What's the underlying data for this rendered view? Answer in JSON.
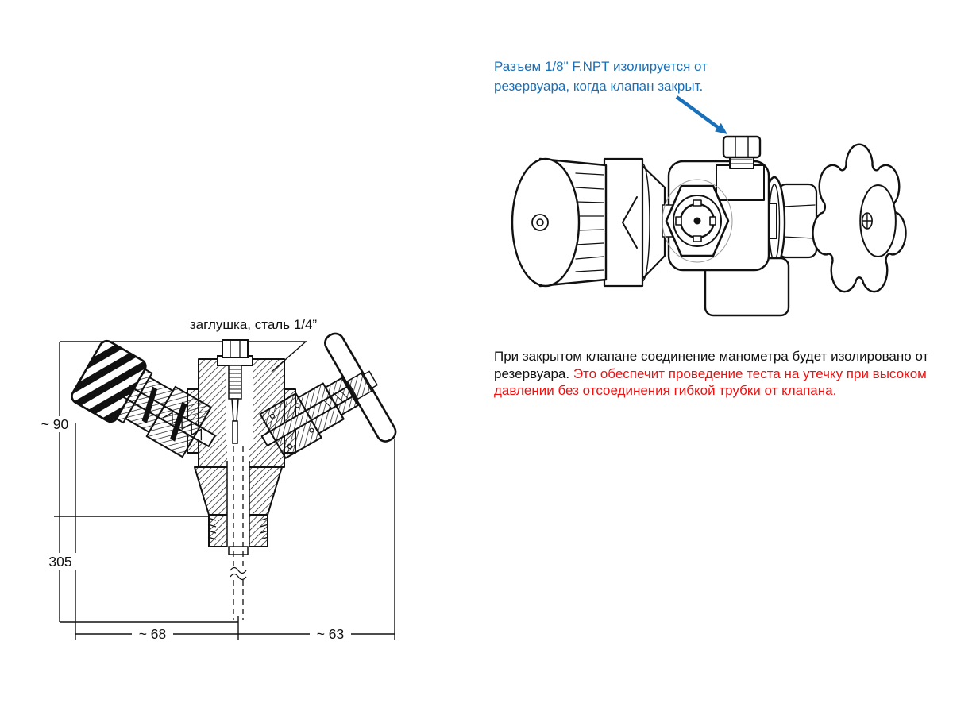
{
  "callout": {
    "line1": "Разъем 1/8\" F.NPT изолируется от",
    "line2": "резервуара, когда клапан закрыт."
  },
  "paragraph": {
    "line1": "При закрытом клапане соединение манометра будет изолировано от",
    "line2_black": "резервуара. ",
    "line2_red": "Это обеспечит проведение теста на утечку при высоком",
    "line3_red": "давлении без отсоединения гибкой трубки от клапана."
  },
  "drawing": {
    "plug_label": "заглушка, сталь 1/4”",
    "dim_top": "~ 90",
    "dim_bottom": "305",
    "dim_left": "~ 68",
    "dim_right": "~ 63"
  },
  "colors": {
    "annotation_blue": "#1a70b8",
    "warning_red": "#ee1111",
    "ink": "#111111"
  }
}
